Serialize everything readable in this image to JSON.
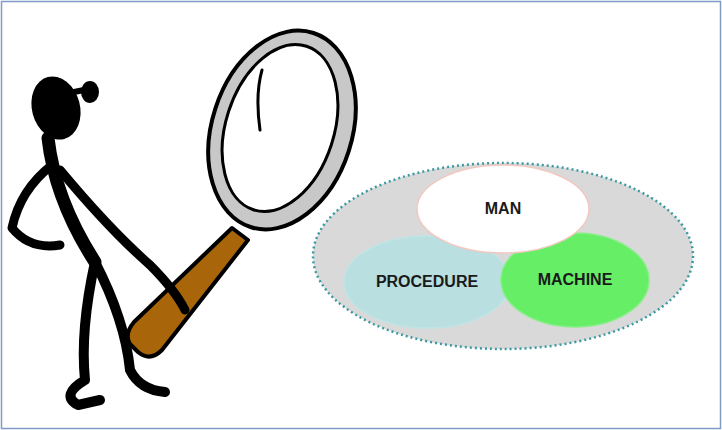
{
  "diagram": {
    "nodes": [
      {
        "text": [
          "MAN"
        ]
      },
      {
        "text": [
          "PROCEDURE"
        ]
      },
      {
        "text": [
          "MACHINE"
        ]
      }
    ]
  }
}
